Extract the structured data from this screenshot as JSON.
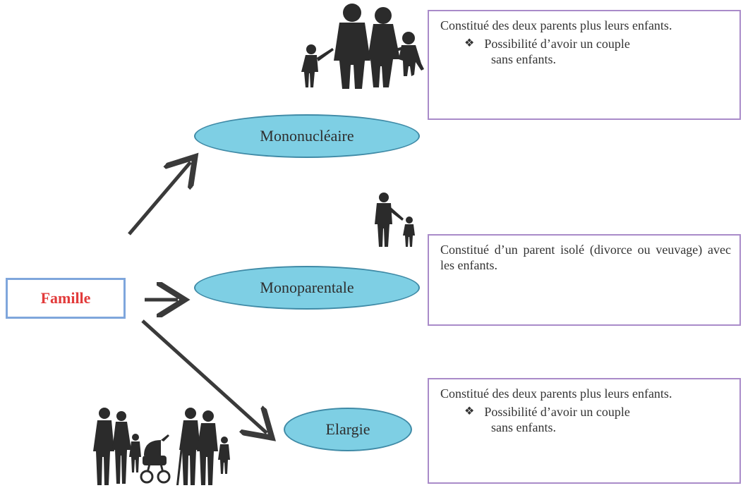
{
  "root": {
    "label": "Famille"
  },
  "types": [
    {
      "label": "Mononucléaire"
    },
    {
      "label": "Monoparentale"
    },
    {
      "label": "Elargie"
    }
  ],
  "descriptions": [
    {
      "text": "Constitué des deux parents plus leurs enfants.",
      "bullet": "❖",
      "bullet_text": "Possibilité d’avoir un couple",
      "bullet_text_cont": "sans enfants."
    },
    {
      "text": "Constitué d’un parent isolé (divorce ou veuvage) avec les enfants."
    },
    {
      "text": "Constitué des deux parents plus leurs enfants.",
      "bullet": "❖",
      "bullet_text": "Possibilité d’avoir un couple",
      "bullet_text_cont": "sans enfants."
    }
  ],
  "colors": {
    "root_text": "#e23b3b",
    "root_border": "#7fa6dc",
    "ellipse_fill": "#7ecfe4",
    "ellipse_border": "#3f8aa6",
    "box_border": "#a98bc9",
    "arrow": "#3a3a3a"
  },
  "icons": [
    "family-silhouette-icon",
    "parent-child-silhouette-icon",
    "extended-family-silhouette-icon"
  ]
}
